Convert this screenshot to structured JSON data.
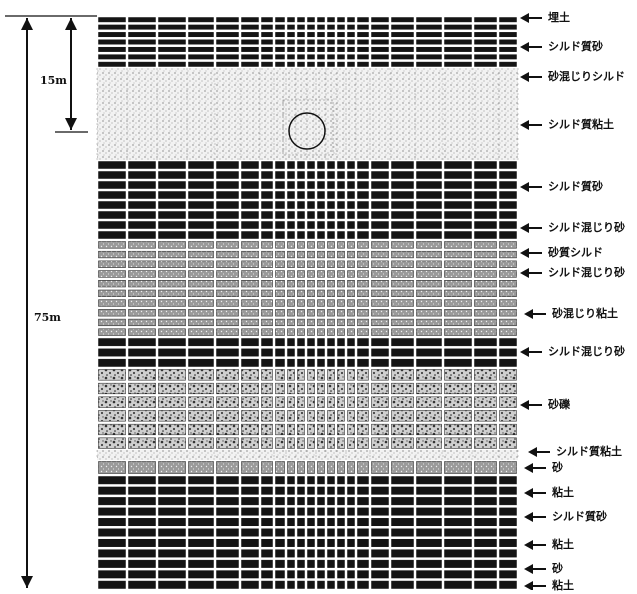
{
  "dimensions": {
    "overall": "75m",
    "upper": "15m"
  },
  "layers": [
    "埋土",
    "シルド質砂",
    "砂混じりシルド",
    "シルド質粘土",
    "シルド質砂",
    "シルド混じり砂",
    "砂質シルド",
    "シルド混じり砂",
    "砂混じり粘土",
    "シルド混じり砂",
    "砂礫",
    "シルド質粘土",
    "砂",
    "粘土",
    "シルド質砂",
    "粘土",
    "砂",
    "粘土"
  ],
  "colors": {
    "ink": "#111111",
    "dense": "#141414",
    "light": "#f4f4f4",
    "mixed": "#8a8a8a"
  }
}
